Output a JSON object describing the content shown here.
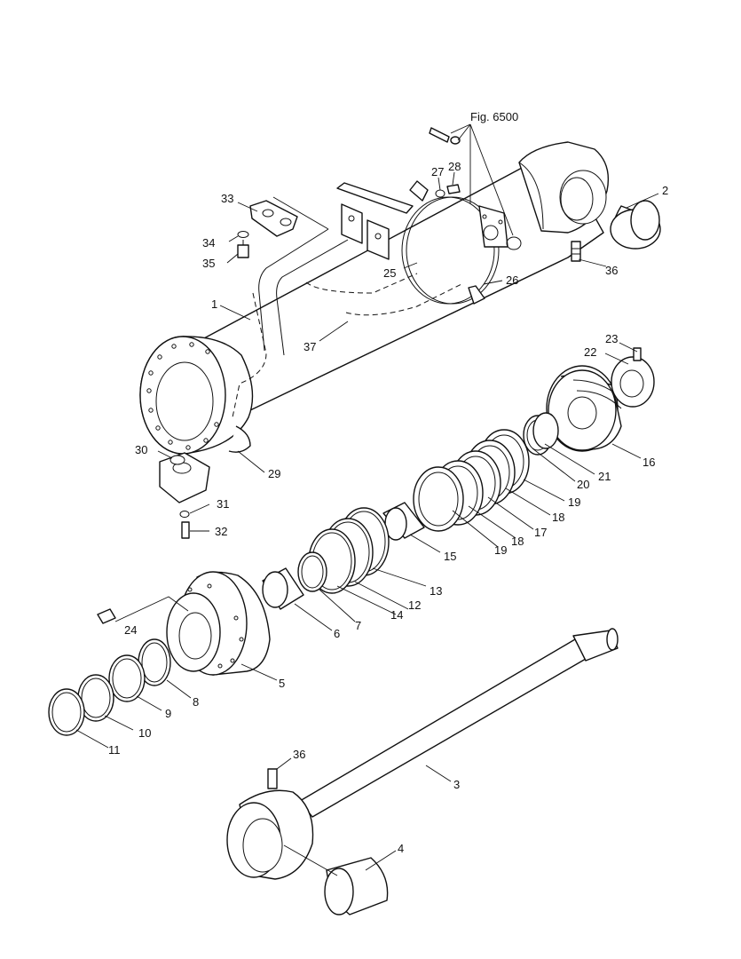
{
  "figure_ref": "Fig. 6500",
  "labels": {
    "l1": "1",
    "l2": "2",
    "l3": "3",
    "l4": "4",
    "l5": "5",
    "l6": "6",
    "l7": "7",
    "l8": "8",
    "l9": "9",
    "l10": "10",
    "l11": "11",
    "l12": "12",
    "l13": "13",
    "l14": "14",
    "l15": "15",
    "l16": "16",
    "l17": "17",
    "l18a": "18",
    "l18b": "18",
    "l19a": "19",
    "l19b": "19",
    "l20": "20",
    "l21": "21",
    "l22": "22",
    "l23": "23",
    "l24": "24",
    "l25": "25",
    "l26": "26",
    "l27": "27",
    "l28": "28",
    "l29": "29",
    "l30": "30",
    "l31": "31",
    "l32": "32",
    "l33": "33",
    "l34": "34",
    "l35": "35",
    "l36a": "36",
    "l36b": "36",
    "l37": "37"
  }
}
